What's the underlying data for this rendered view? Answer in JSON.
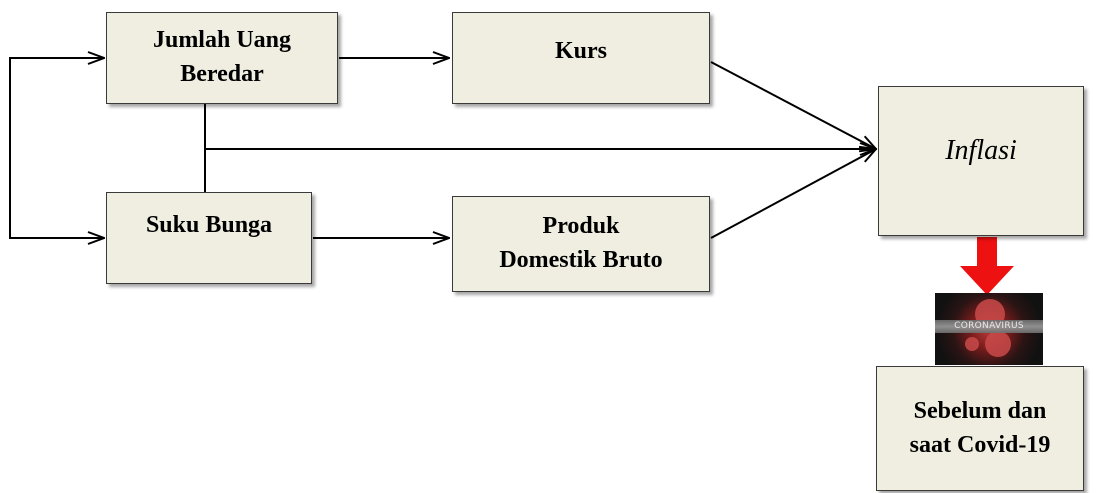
{
  "nodes": {
    "jub": {
      "lines": [
        "Jumlah Uang",
        "Beredar"
      ]
    },
    "kurs": {
      "label": "Kurs"
    },
    "suku": {
      "label": "Suku Bunga"
    },
    "pdb": {
      "lines": [
        "Produk",
        "Domestik Bruto"
      ]
    },
    "inflasi": {
      "label": "Inflasi"
    },
    "covid": {
      "lines": [
        "Sebelum dan",
        "saat Covid-19"
      ]
    }
  },
  "image": {
    "caption": "CORONAVIRUS"
  },
  "colors": {
    "box_fill": "#efeee0",
    "arrow": "#000000",
    "highlight_arrow": "#ee1111"
  }
}
